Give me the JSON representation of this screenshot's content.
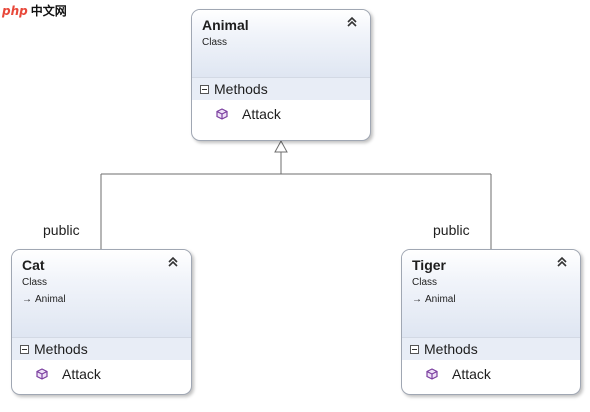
{
  "watermark": {
    "logo": "php",
    "text": "中文网"
  },
  "connectors": {
    "left_label": "public",
    "right_label": "public"
  },
  "classes": {
    "animal": {
      "name": "Animal",
      "type": "Class",
      "section": "Methods",
      "members": [
        "Attack"
      ]
    },
    "cat": {
      "name": "Cat",
      "type": "Class",
      "base": "Animal",
      "section": "Methods",
      "members": [
        "Attack"
      ]
    },
    "tiger": {
      "name": "Tiger",
      "type": "Class",
      "base": "Animal",
      "section": "Methods",
      "members": [
        "Attack"
      ]
    }
  },
  "colors": {
    "border": "#a0a7b3",
    "header_gradient_end": "#dfe6f2",
    "method_icon": "#7b3fa0",
    "watermark_logo": "#e8483a"
  },
  "icons": {
    "collapse": "double-chevron-up-icon",
    "section_toggle": "minus-box-icon",
    "method": "purple-cube-icon",
    "inheritance": "right-arrow-icon"
  }
}
